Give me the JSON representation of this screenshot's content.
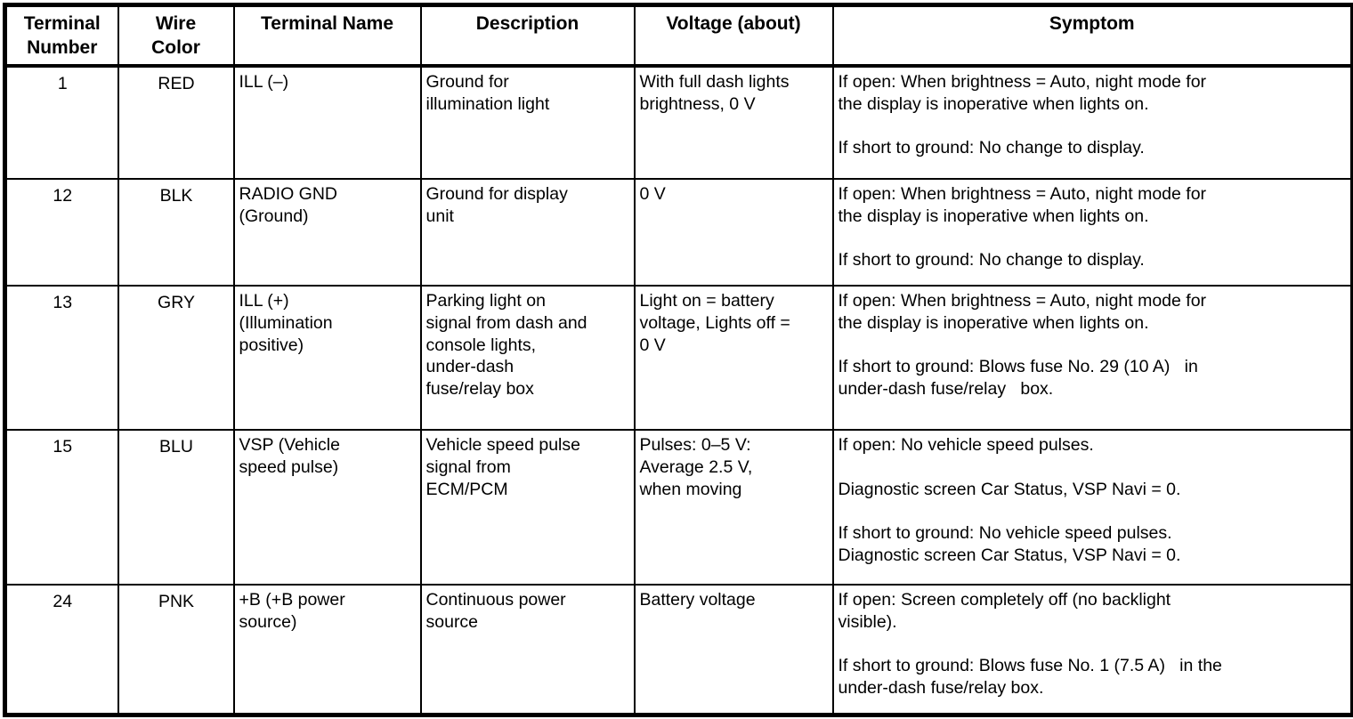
{
  "table": {
    "headers": [
      "Terminal\nNumber",
      "Wire\nColor",
      "Terminal Name",
      "Description",
      "Voltage (about)",
      "Symptom"
    ],
    "rows": [
      {
        "terminal_number": "1",
        "wire_color": "RED",
        "terminal_name": "ILL (–)",
        "description": "Ground for\nillumination light",
        "voltage": "With full dash lights\nbrightness, 0 V",
        "symptom": "If open: When brightness = Auto, night mode for\nthe display is inoperative when lights on.\n\nIf short to ground: No change to display."
      },
      {
        "terminal_number": "12",
        "wire_color": "BLK",
        "terminal_name": "RADIO GND\n(Ground)",
        "description": "Ground for display\nunit",
        "voltage": "0 V",
        "symptom": "If open: When brightness = Auto, night mode for\nthe display is inoperative when lights on.\n\nIf short to ground: No change to display."
      },
      {
        "terminal_number": "13",
        "wire_color": "GRY",
        "terminal_name": "ILL (+)\n(Illumination\npositive)",
        "description": "Parking light on\nsignal from dash and\nconsole lights,\nunder-dash\nfuse/relay box",
        "voltage": "Light on = battery\nvoltage, Lights off =\n0 V",
        "symptom": "If open: When brightness = Auto, night mode for\nthe display is inoperative when lights on.\n\nIf short to ground: Blows fuse No. 29 (10 A)   in\nunder-dash fuse/relay   box."
      },
      {
        "terminal_number": "15",
        "wire_color": "BLU",
        "terminal_name": "VSP (Vehicle\nspeed pulse)",
        "description": "Vehicle speed pulse\nsignal from\nECM/PCM",
        "voltage": "Pulses: 0–5 V:\nAverage 2.5 V,\nwhen moving",
        "symptom": "If open: No vehicle speed pulses.\n\nDiagnostic screen Car Status, VSP Navi = 0.\n\nIf short to ground: No vehicle speed pulses.\nDiagnostic screen Car Status, VSP Navi = 0."
      },
      {
        "terminal_number": "24",
        "wire_color": "PNK",
        "terminal_name": "+B (+B power\nsource)",
        "description": "Continuous power\nsource",
        "voltage": "Battery voltage",
        "symptom": "If open: Screen completely off (no backlight\nvisible).\n\nIf short to ground: Blows fuse No. 1 (7.5 A)   in the\nunder-dash fuse/relay box."
      }
    ]
  }
}
